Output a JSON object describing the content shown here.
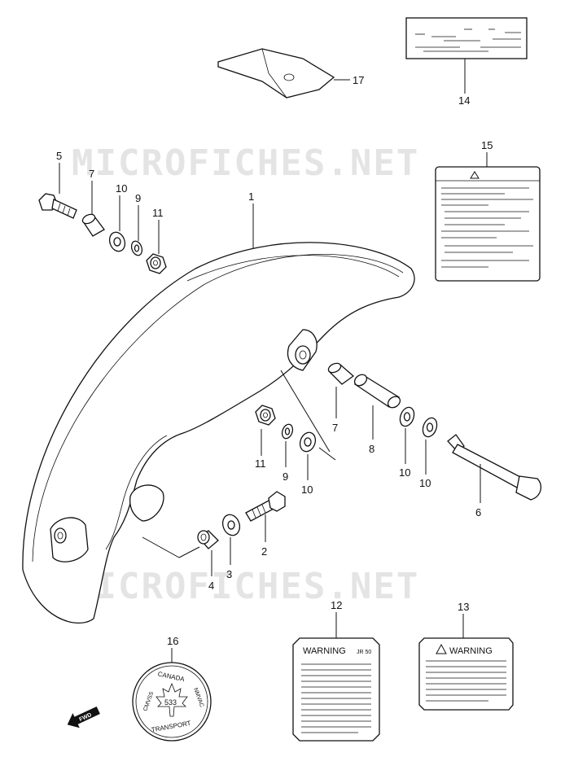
{
  "watermark": "MICROFICHES.NET",
  "callouts": {
    "c1": "1",
    "c2": "2",
    "c3": "3",
    "c4": "4",
    "c5": "5",
    "c6": "6",
    "c7a": "7",
    "c7b": "7",
    "c8": "8",
    "c9a": "9",
    "c9b": "9",
    "c10a": "10",
    "c10b": "10",
    "c10c": "10",
    "c10d": "10",
    "c11a": "11",
    "c11b": "11",
    "c12": "12",
    "c13": "13",
    "c14": "14",
    "c15": "15",
    "c16": "16",
    "c17": "17"
  },
  "labels": {
    "warning_12": "WARNING",
    "model_12": "JR 50",
    "warning_13": "WARNING",
    "seal_canada": "CANADA",
    "seal_cmvss": "CMVSS",
    "seal_nmvac": "NMVAC",
    "seal_transport": "TRANSPORT",
    "seal_number": "533",
    "fwd": "FWD"
  },
  "icons": [
    "warning-triangle-icon",
    "maple-leaf-icon",
    "fwd-arrow-icon"
  ]
}
